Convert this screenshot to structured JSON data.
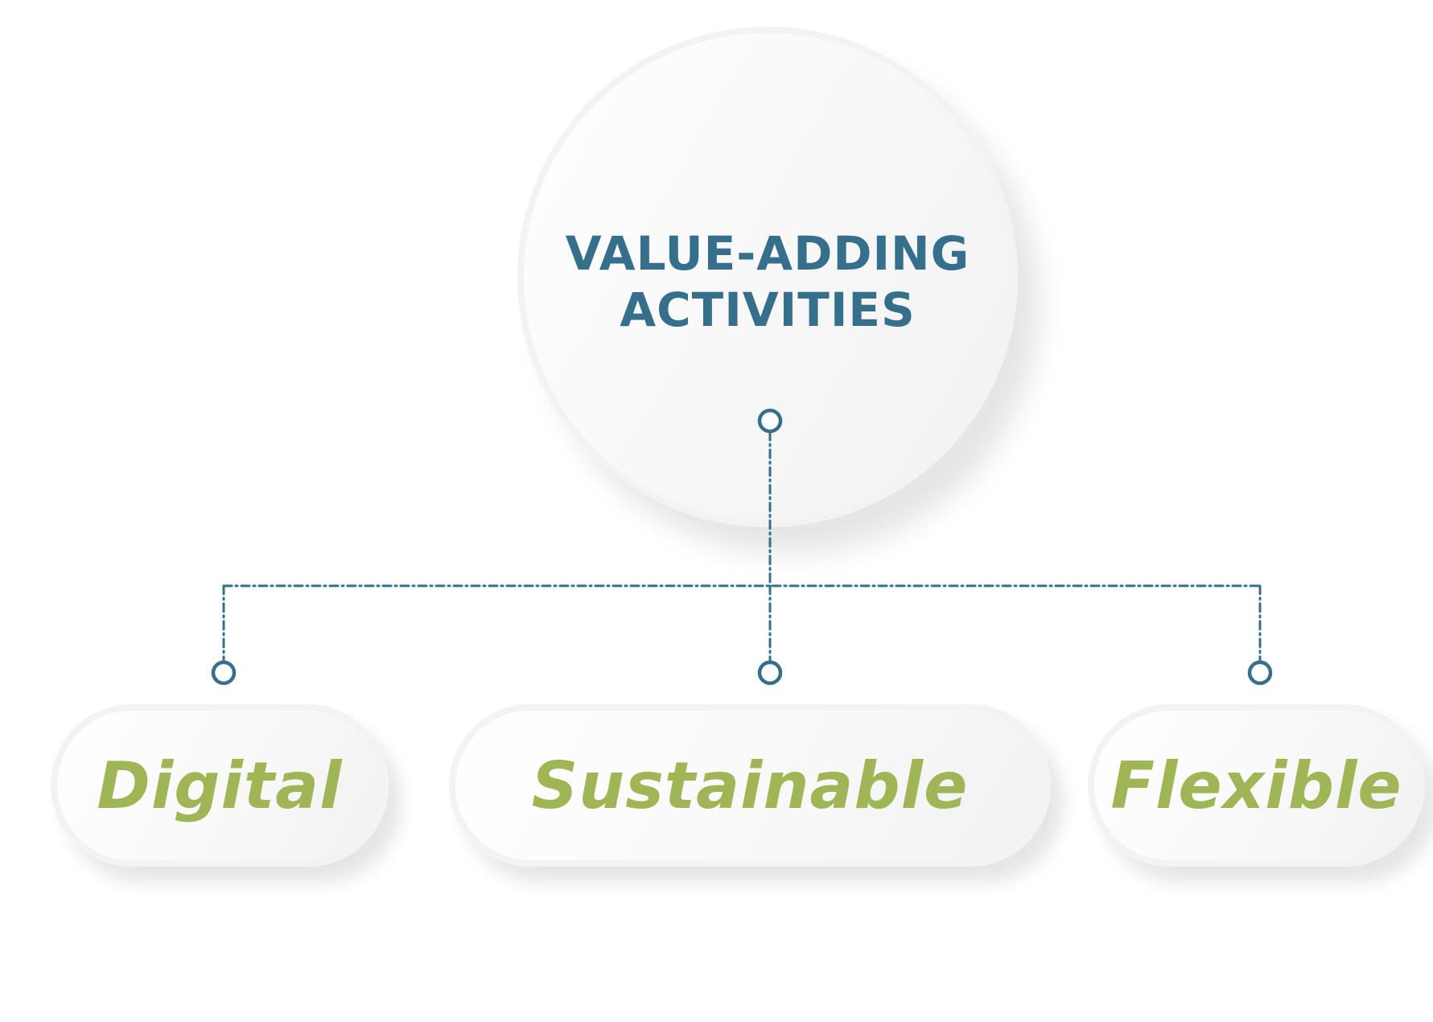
{
  "diagram": {
    "root": {
      "line1": "VALUE-ADDING",
      "line2": "ACTIVITIES"
    },
    "children": [
      {
        "label": "Digital"
      },
      {
        "label": "Sustainable"
      },
      {
        "label": "Flexible"
      }
    ]
  },
  "colors": {
    "title": "#356f8c",
    "child_label": "#a0b556",
    "connector": "#356f8c"
  }
}
